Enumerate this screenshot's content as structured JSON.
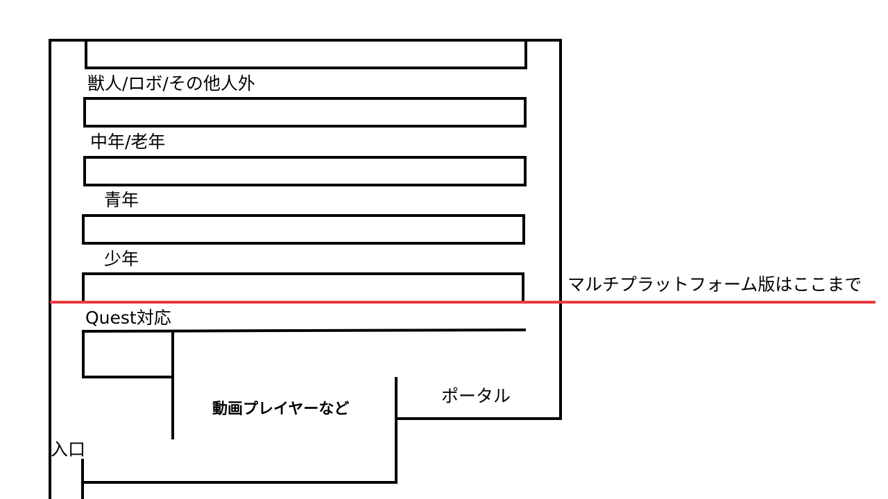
{
  "labels": {
    "zone_1": "獣人/ロボ/その他人外",
    "zone_2": "中年/老年",
    "zone_3": "青年",
    "zone_4": "少年",
    "quest": "Quest対応",
    "video_player": "動画プレイヤーなど",
    "portal": "ポータル",
    "entrance": "入口",
    "multiplatform_note": "マルチプラットフォーム版はここまで"
  },
  "colors": {
    "line": "#000000",
    "cutoff_line": "#e8383d"
  }
}
